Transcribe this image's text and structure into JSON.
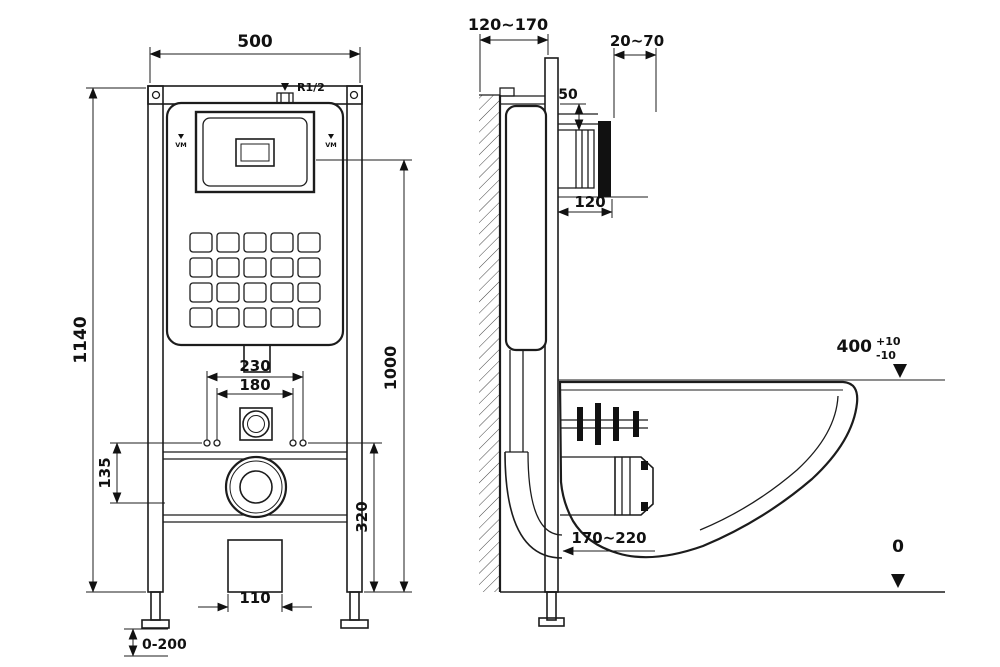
{
  "drawing": {
    "kind": "wall-hung toilet concealed cistern frame installation drawing",
    "line_color": "#1c1c1c"
  },
  "front_view": {
    "frame_width": "500",
    "frame_height": "1140",
    "plate_center_height": "1000",
    "bolt_spacing_outer": "230",
    "bolt_spacing_inner": "180",
    "left_offset": "135",
    "bolt_height": "320",
    "outlet_width": "110",
    "foot_adjust_range": "0-200",
    "inlet_thread": "R1/2",
    "logo_mark": "VM"
  },
  "side_view": {
    "frame_depth_range": "120~170",
    "plate_adjust_range": "20~70",
    "top_clearance": "50",
    "cistern_depth": "120",
    "bowl_height": "400",
    "bowl_height_tol_plus": "+10",
    "bowl_height_tol_minus": "-10",
    "outlet_height_range": "170~220",
    "floor_level": "0"
  }
}
